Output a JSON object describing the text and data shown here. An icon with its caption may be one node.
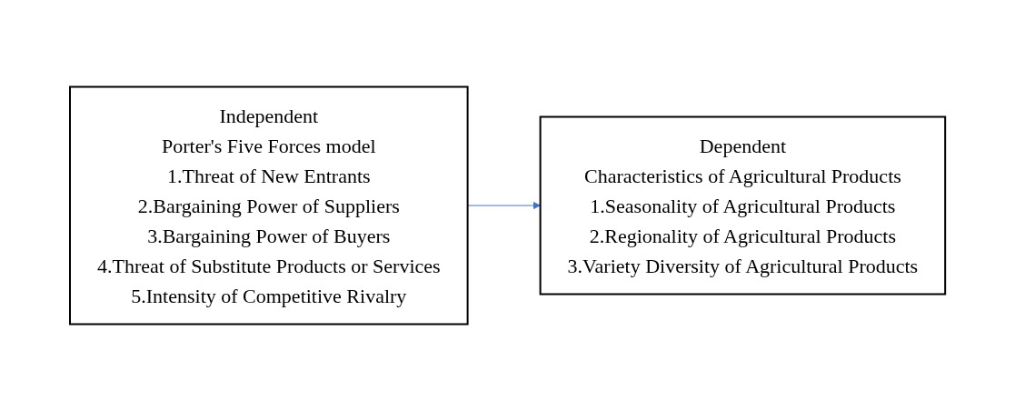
{
  "diagram": {
    "nodes": [
      {
        "text": [
          "Independent",
          "Porter's Five Forces model",
          "1.Threat of New Entrants",
          "2.Bargaining Power of Suppliers",
          "3.Bargaining Power of Buyers",
          "4.Threat of Substitute Products or Services",
          "5.Intensity of Competitive Rivalry"
        ]
      },
      {
        "text": [
          "Dependent",
          "Characteristics of Agricultural Products",
          "1.Seasonality of Agricultural Products",
          "2.Regionality of Agricultural Products",
          "3.Variety Diversity of Agricultural Products"
        ]
      }
    ],
    "edges": [
      {
        "from": 0,
        "to": 1,
        "arrow": "to",
        "color": "#4472c4"
      }
    ]
  }
}
